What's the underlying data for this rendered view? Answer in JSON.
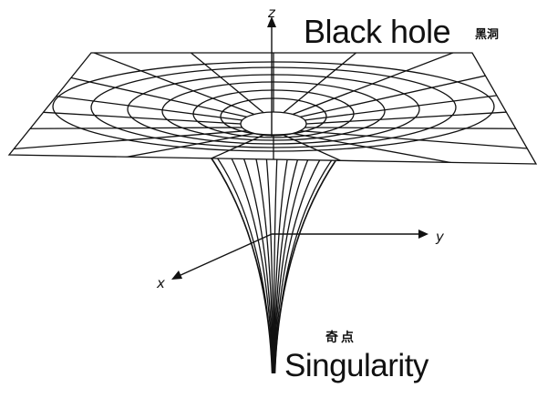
{
  "labels": {
    "title_en": "Black hole",
    "title_zh": "黑洞",
    "singularity_en": "Singularity",
    "singularity_zh": "奇点"
  },
  "axes": {
    "z": "z",
    "y": "y",
    "x": "x"
  },
  "style": {
    "line_color": "#111111",
    "background": "#ffffff"
  }
}
